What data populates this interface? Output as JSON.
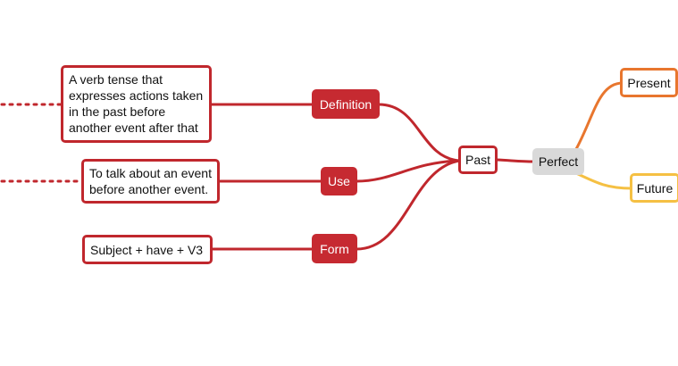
{
  "center": {
    "label": "Perfect"
  },
  "branches": {
    "present": {
      "label": "Present",
      "color": "#e8762e"
    },
    "future": {
      "label": "Future",
      "color": "#f5c043"
    },
    "past": {
      "label": "Past",
      "color": "#c0272d"
    }
  },
  "past_children": {
    "definition": {
      "label": "Definition",
      "text": "A verb tense that expresses actions taken in the past before another event after that"
    },
    "use": {
      "label": "Use",
      "text": "To talk about an event before another event."
    },
    "form": {
      "label": "Form",
      "text": "Subject + have + V3"
    }
  }
}
